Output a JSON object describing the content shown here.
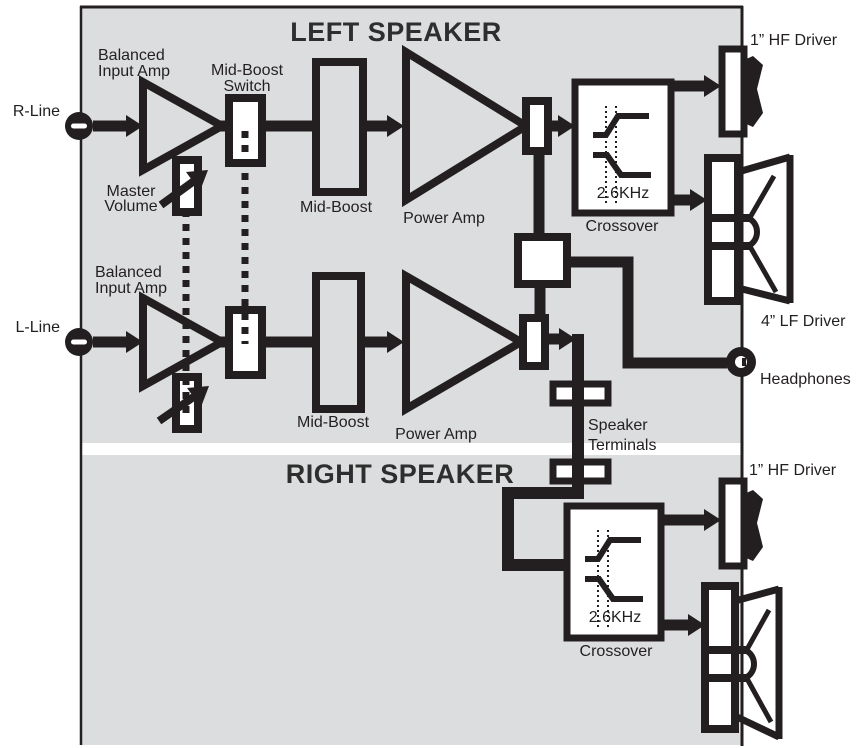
{
  "colors": {
    "panel_bg": "#dcdddf",
    "ink": "#231f20",
    "title_text": "#2e2e2e",
    "band": "#ffffff"
  },
  "sections": {
    "left": {
      "title": "LEFT SPEAKER"
    },
    "right": {
      "title": "RIGHT SPEAKER"
    }
  },
  "io": {
    "r_line": "R-Line",
    "l_line": "L-Line",
    "headphones": "Headphones"
  },
  "labels": {
    "balanced_input_amp": [
      "Balanced",
      "Input Amp"
    ],
    "mid_boost_switch": [
      "Mid-Boost",
      "Switch"
    ],
    "master_volume": [
      "Master",
      "Volume"
    ],
    "mid_boost": "Mid-Boost",
    "power_amp": "Power Amp",
    "speaker_terminals": [
      "Speaker",
      "Terminals"
    ],
    "crossover": "Crossover",
    "crossover_frequency": "2.6KHz",
    "hf_driver": "1” HF Driver",
    "lf_driver": "4” LF Driver"
  },
  "icons": {
    "jack": "line-input-jack-icon",
    "headphone_jack": "headphone-jack-icon",
    "amp": "amplifier-triangle-icon",
    "potentiometer": "potentiometer-arrow-icon",
    "highpass_curve": "highpass-response-curve-icon",
    "lowpass_curve": "lowpass-response-curve-icon",
    "hf_driver": "tweeter-driver-icon",
    "lf_driver": "woofer-driver-icon"
  }
}
